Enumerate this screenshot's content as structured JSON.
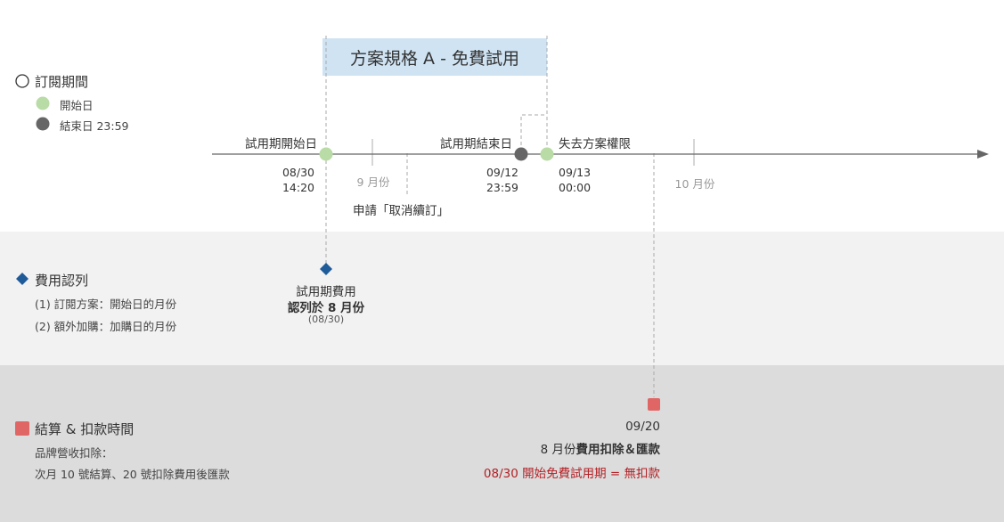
{
  "plan_label": "方案規格 A - 免費試用",
  "subscription": {
    "title": "訂閱期間",
    "legend_start": "開始日",
    "legend_end": "結束日 23:59",
    "colors": {
      "start": "#b9dba6",
      "end": "#666666"
    }
  },
  "timeline": {
    "trial_start_label": "試用期開始日",
    "trial_start_date": "08/30",
    "trial_start_time": "14:20",
    "sep_month": "9 月份",
    "cancel_label": "申請「取消續訂」",
    "trial_end_label": "試用期結束日",
    "trial_end_date": "09/12",
    "trial_end_time": "23:59",
    "lose_label": "失去方案權限",
    "lose_date": "09/13",
    "lose_time": "00:00",
    "oct_month": "10 月份"
  },
  "revenue": {
    "title": "費用認列",
    "item1": "(1) 訂閱方案：開始日的月份",
    "item2": "(2) 額外加購：加購日的月份",
    "marker_line1": "試用期費用",
    "marker_line2": "認列於 8 月份",
    "marker_line3": "(08/30)",
    "color": "#1f5a99"
  },
  "settlement": {
    "title": "結算 & 扣款時間",
    "item1": "品牌營收扣除：",
    "item2": "次月 10 號結算、20 號扣除費用後匯款",
    "marker_date": "09/20",
    "marker_line2_prefix": "8 月份",
    "marker_line2_bold": "費用扣除＆匯款",
    "marker_line3": "08/30 開始免費試用期 = 無扣款",
    "color": "#e06666"
  }
}
